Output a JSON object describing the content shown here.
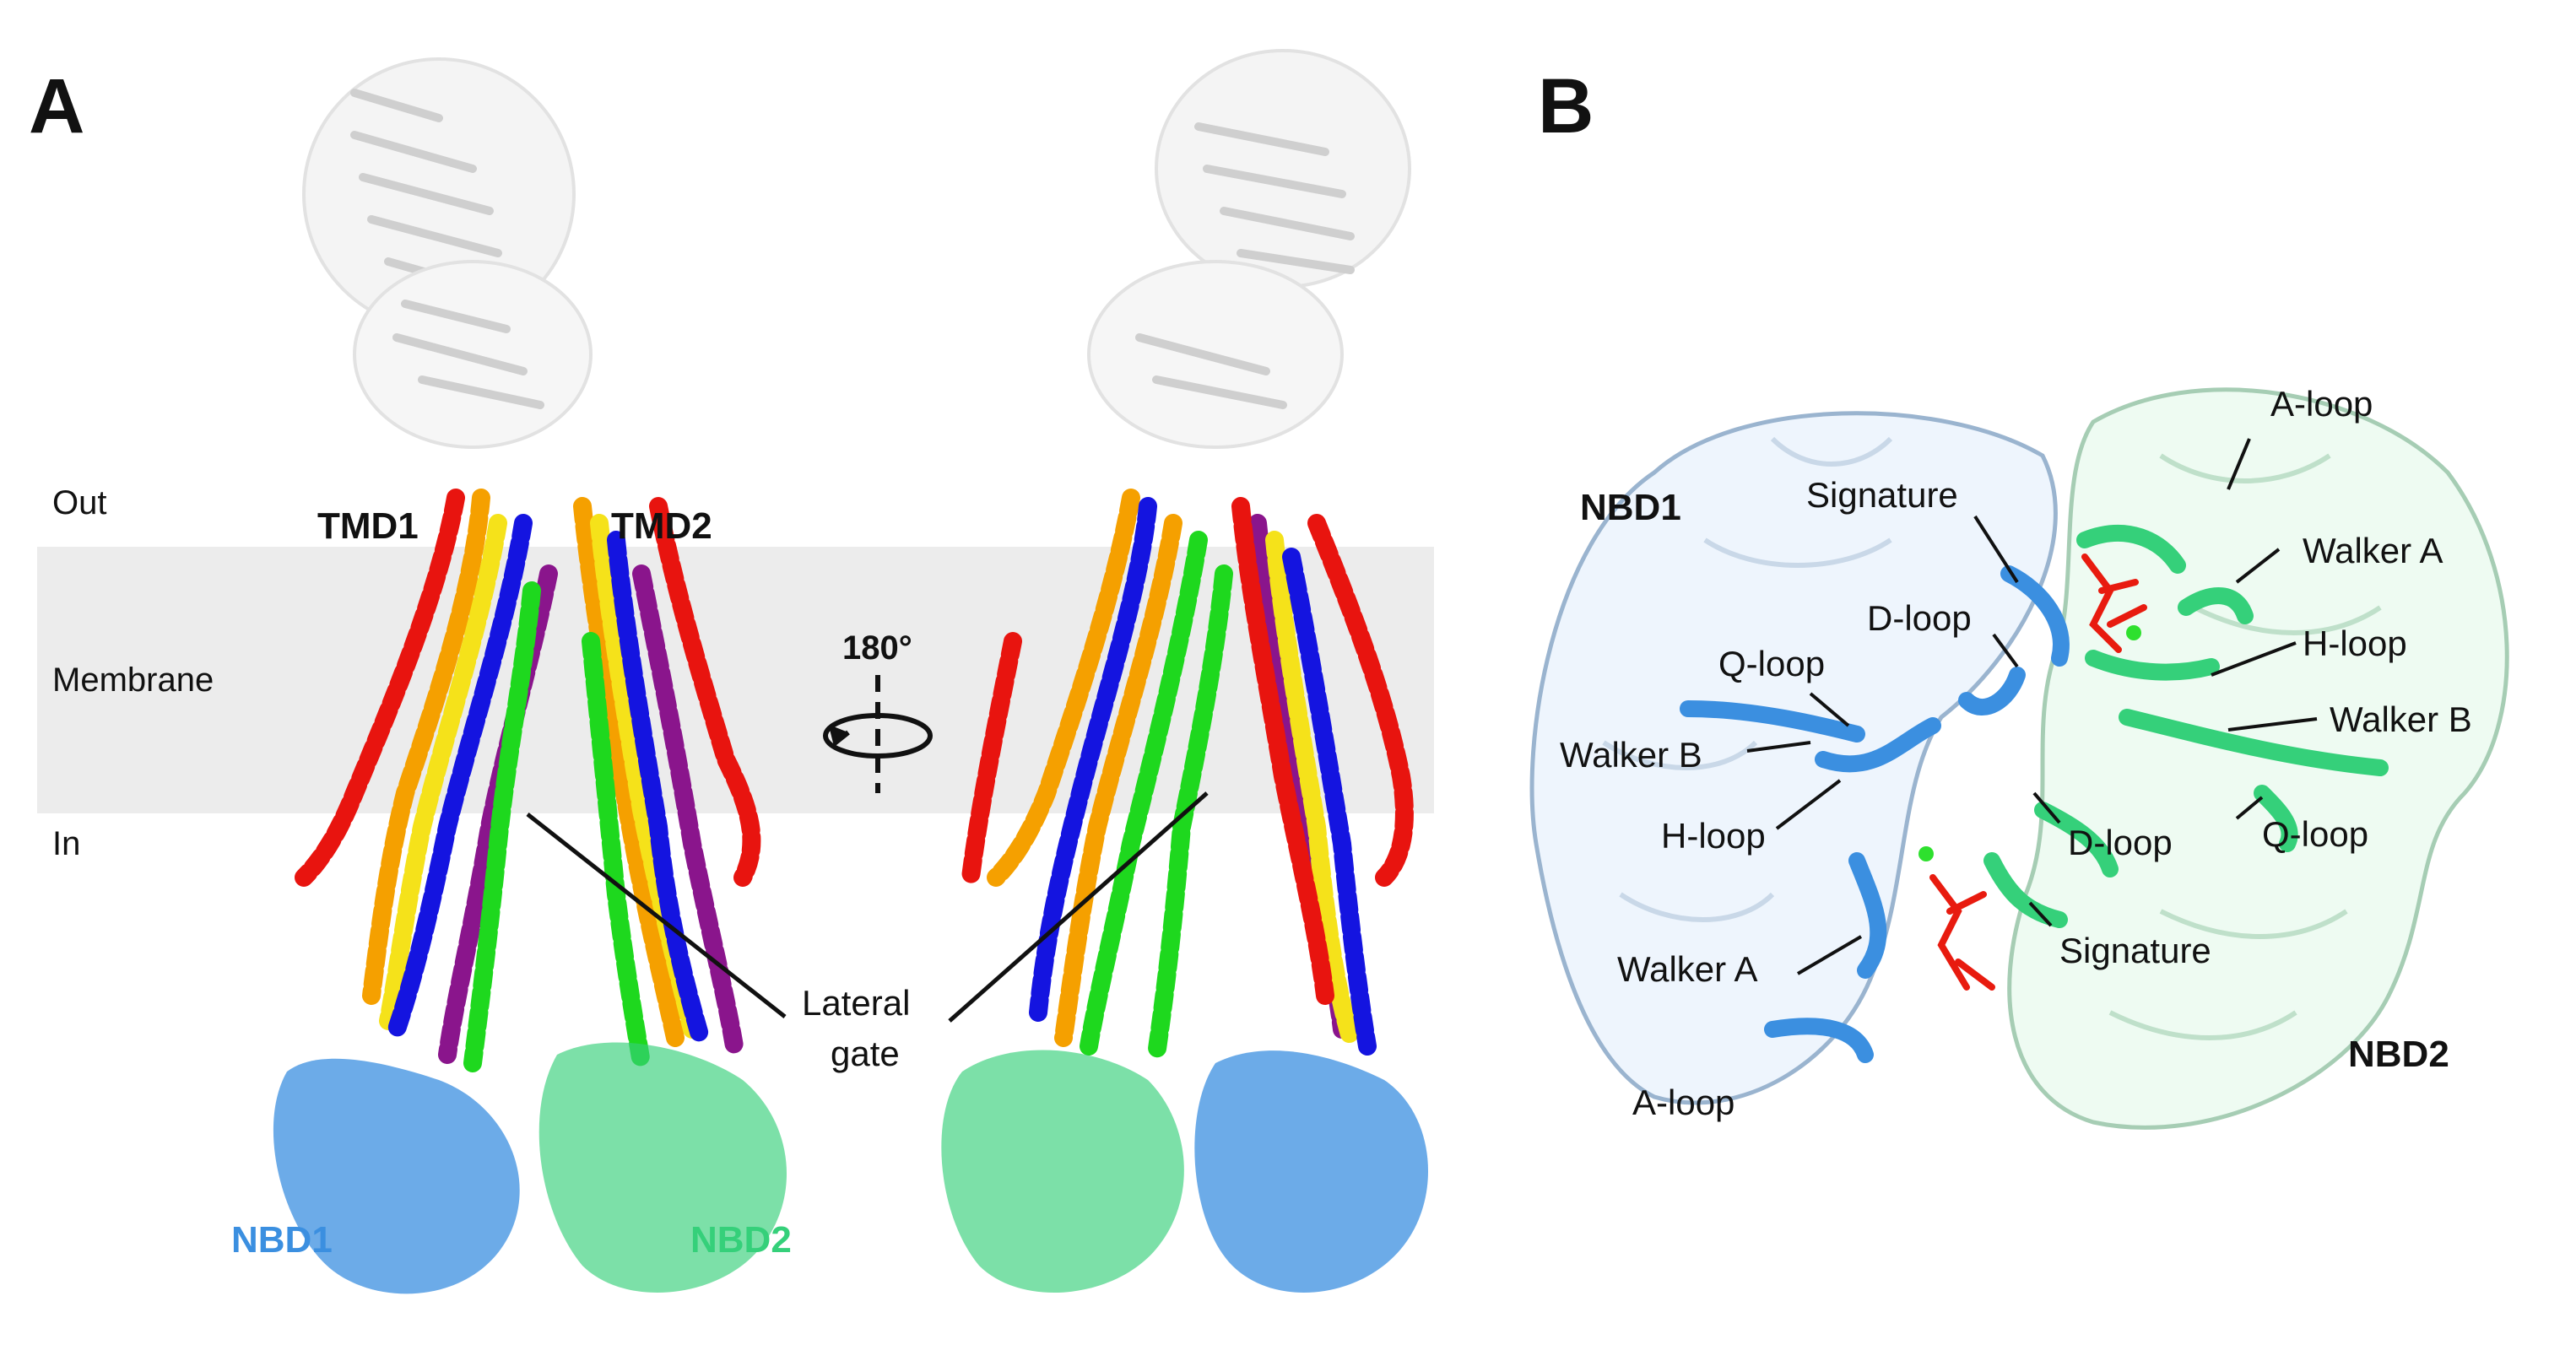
{
  "panels": {
    "a": "A",
    "b": "B"
  },
  "panel_a": {
    "out_label": "Out",
    "membrane_label": "Membrane",
    "in_label": "In",
    "tmd1": "TMD1",
    "tmd2": "TMD2",
    "rotation": "180°",
    "lateral_gate_line1": "Lateral",
    "lateral_gate_line2": "gate",
    "nbd1": "NBD1",
    "nbd2": "NBD2"
  },
  "panel_b": {
    "nbd1": "NBD1",
    "nbd2": "NBD2",
    "nbd1_motifs": {
      "signature": "Signature",
      "d_loop": "D-loop",
      "q_loop": "Q-loop",
      "walker_b": "Walker B",
      "h_loop": "H-loop",
      "walker_a": "Walker A",
      "a_loop": "A-loop"
    },
    "nbd2_motifs": {
      "a_loop": "A-loop",
      "walker_a": "Walker A",
      "h_loop": "H-loop",
      "walker_b": "Walker B",
      "q_loop": "Q-loop",
      "d_loop": "D-loop",
      "signature": "Signature"
    }
  },
  "colors": {
    "membrane": "#ececec",
    "nbd1": "#3b8fe0",
    "nbd2": "#35d07a",
    "helix_red": "#e8140f",
    "helix_orange": "#f5a000",
    "helix_yellow": "#f5e21a",
    "helix_green": "#1ed81e",
    "helix_blue": "#1414e0",
    "helix_purple": "#8a158c",
    "nanobody_gray": "#d0d0d0"
  }
}
